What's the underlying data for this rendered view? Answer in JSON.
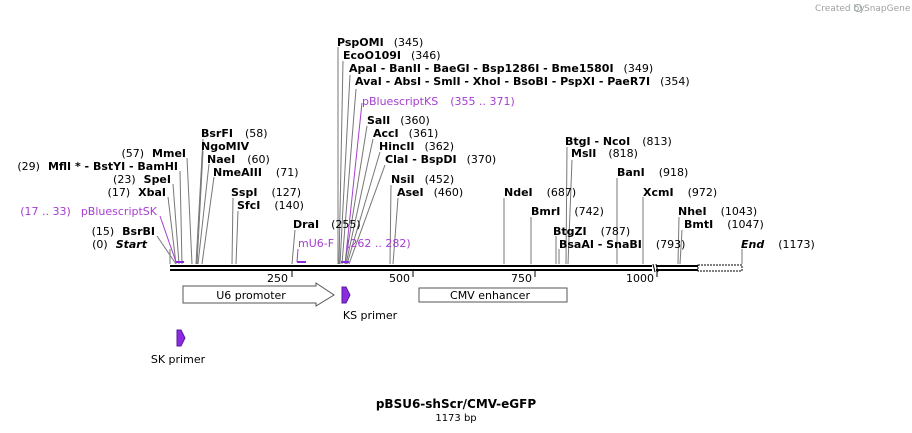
{
  "credit": {
    "prefix": "Created by",
    "brand": "SnapGene"
  },
  "plasmid": {
    "name": "pBSU6-shScr/CMV-eGFP",
    "size": "1173 bp"
  },
  "colors": {
    "primer": "#a63dd1",
    "primer_fill": "#8a2be2",
    "backbone": "#000000"
  },
  "ticks": [
    "250",
    "500",
    "750",
    "1000"
  ],
  "enzymes": [
    {
      "name": "PspOMI",
      "pos": "(345)"
    },
    {
      "name": "EcoO109I",
      "pos": "(346)"
    },
    {
      "name": "ApaI - BanII - BaeGI - Bsp1286I - Bme1580I",
      "pos": "(349)"
    },
    {
      "name": "AvaI - AbsI - SmlI - XhoI - BsoBI - PspXI - PaeR7I",
      "pos": "(354)"
    },
    {
      "name": "SalI",
      "pos": "(360)"
    },
    {
      "name": "AccI",
      "pos": "(361)"
    },
    {
      "name": "HincII",
      "pos": "(362)"
    },
    {
      "name": "ClaI - BspDI",
      "pos": "(370)"
    },
    {
      "name": "NsiI",
      "pos": "(452)"
    },
    {
      "name": "AseI",
      "pos": "(460)"
    },
    {
      "name": "BsrFI",
      "pos": "(58)"
    },
    {
      "name": "NgoMIV",
      "pos": ""
    },
    {
      "name": "NaeI",
      "pos": "(60)"
    },
    {
      "name": "NmeAIII",
      "pos": "(71)"
    },
    {
      "name": "MmeI",
      "pos": "(57)"
    },
    {
      "name": "MflI * - BstYI - BamHI",
      "pos": "(29)"
    },
    {
      "name": "SpeI",
      "pos": "(23)"
    },
    {
      "name": "XbaI",
      "pos": "(17)"
    },
    {
      "name": "BsrBI",
      "pos": "(15)"
    },
    {
      "name": "SspI",
      "pos": "(127)"
    },
    {
      "name": "SfcI",
      "pos": "(140)"
    },
    {
      "name": "DraI",
      "pos": "(255)"
    },
    {
      "name": "BtgI - NcoI",
      "pos": "(813)"
    },
    {
      "name": "MslI",
      "pos": "(818)"
    },
    {
      "name": "BanI",
      "pos": "(918)"
    },
    {
      "name": "XcmI",
      "pos": "(972)"
    },
    {
      "name": "NdeI",
      "pos": "(687)"
    },
    {
      "name": "BmrI",
      "pos": "(742)"
    },
    {
      "name": "BtgZI",
      "pos": "(787)"
    },
    {
      "name": "BsaAI - SnaBI",
      "pos": "(793)"
    },
    {
      "name": "NheI",
      "pos": "(1043)"
    },
    {
      "name": "BmtI",
      "pos": "(1047)"
    }
  ],
  "ends": {
    "start_label": "Start",
    "start_pos": "(0)",
    "end_label": "End",
    "end_pos": "(1173)"
  },
  "primer_annotations": [
    {
      "name": "pBluescriptKS",
      "range": "(355 .. 371)"
    },
    {
      "name": "pBluescriptSK",
      "range": "(17 .. 33)"
    },
    {
      "name": "mU6-F",
      "range": "(262 .. 282)"
    }
  ],
  "features": [
    {
      "name": "U6 promoter"
    },
    {
      "name": "CMV enhancer"
    }
  ],
  "primers": [
    {
      "name": "KS primer"
    },
    {
      "name": "SK primer"
    }
  ]
}
